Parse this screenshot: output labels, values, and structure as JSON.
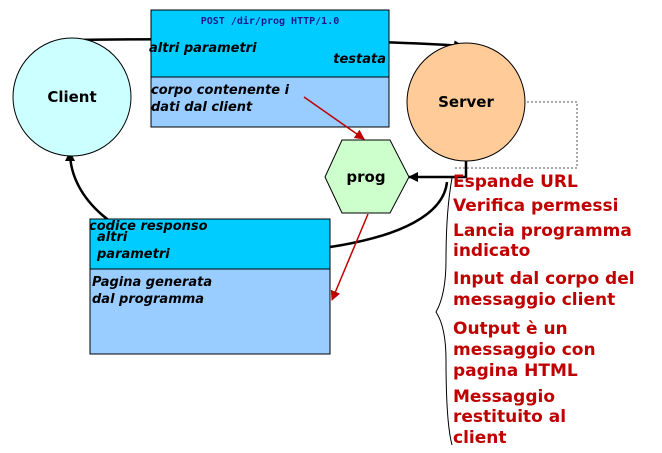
{
  "request": {
    "header_line": "POST /dir/prog HTTP/1.0",
    "params": "altri parametri",
    "header_label": "testata",
    "body_line1": "corpo contenente i",
    "body_line2": "dati dal client"
  },
  "response": {
    "status": "codice responso",
    "params_line1": "altri",
    "params_line2": "parametri",
    "body_line1": "Pagina generata",
    "body_line2": "dal programma"
  },
  "nodes": {
    "client": "Client",
    "server": "Server",
    "prog": "prog"
  },
  "steps": [
    {
      "lines": [
        "Espande URL"
      ]
    },
    {
      "lines": [
        "Verifica permessi"
      ]
    },
    {
      "lines": [
        "Lancia programma",
        "indicato"
      ]
    },
    {
      "lines": [
        "Input dal corpo del",
        "messaggio client"
      ]
    },
    {
      "lines": [
        "Output è un",
        "messaggio con",
        "pagina HTML"
      ]
    },
    {
      "lines": [
        "Messaggio",
        "restituito al",
        "client"
      ]
    }
  ],
  "colors": {
    "header_fill": "#00ccff",
    "body_fill": "#99ccff",
    "client_fill": "#ccffff",
    "server_fill": "#ffcc99",
    "prog_fill": "#ccffcc",
    "red_arrow": "#c00000",
    "step_text": "#c00000"
  }
}
